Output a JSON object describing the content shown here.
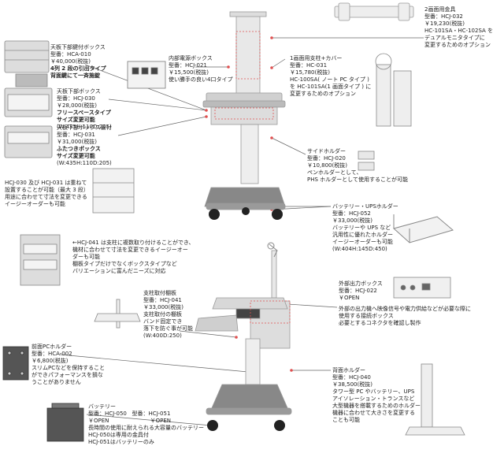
{
  "items": {
    "mount2": {
      "name": "2画面用金具",
      "model": "型番：HCJ-032",
      "price": "￥19,230(税抜)",
      "desc1": "HC-101SA・HC-102SA を",
      "desc2": "デュアルモニタタイプに",
      "desc3": "変更するためのオプション"
    },
    "lockbox": {
      "name": "天板下部鍵付ボックス",
      "model": "型番：HCA-010",
      "price": "￥40,000(税抜)",
      "desc1": "4列 2 段の引出タイプ",
      "desc2": "背面鍵にて一斉施錠"
    },
    "freebox": {
      "name": "天板下部ボックス",
      "model": "型番：HCJ-030",
      "price": "￥28,000(税抜)",
      "desc1": "フリースペースタイプ",
      "desc2": "サイズ変更可能",
      "size": "(W:435H:110D:205)"
    },
    "lidbox": {
      "name": "天板下部ボックス蓋付",
      "model": "型番：HCJ-031",
      "price": "￥31,000(税抜)",
      "desc1": "ふたつきボックス",
      "desc2": "サイズ変更可能",
      "size": "(W:435H:110D:205)"
    },
    "power": {
      "name": "内部電源ボックス",
      "model": "型番：HCJ-021",
      "price": "￥15,500(税抜)",
      "desc1": "使い勝手の良い4口タイプ"
    },
    "pole": {
      "name": "1画面用支柱+カバー",
      "model": "型番：HC-031",
      "price": "￥15,780(税抜)",
      "desc1": "HC-100SA( ノート PC タイプ )",
      "desc2": "を HC-101SA(1 画面タイプ ) に",
      "desc3": "変更するためのオプション"
    },
    "side": {
      "name": "サイドホルダー",
      "model": "型番：HCJ-020",
      "price": "￥10,800(税抜)",
      "desc1": "ペンホルダーとして、",
      "desc2": "PHS ホルダーとして使用することが可能"
    },
    "stack": {
      "desc1": "HCJ-030 及び HCJ-031 は重ねて",
      "desc2": "設置することが可能（最大 3 段）",
      "desc3": "用途に合わせて寸法を変更できる",
      "desc4": "イージーオーダーも可能"
    },
    "battery_holder": {
      "name": "バッテリー・UPSホルダー",
      "model": "型番：HCJ-052",
      "price": "￥33,000(税抜)",
      "desc1": "バッテリーや UPS など",
      "desc2": "汎用性に優れたホルダー",
      "desc3": "イージーオーダーも可能",
      "size": "(W:404H:145D:450)"
    },
    "note041": {
      "desc1": "←HCJ-041 は支柱に複数取り付けることができ、",
      "desc2": "機材に合わせて寸法を変更できるイージーオー",
      "desc3": "ダーも可能",
      "desc4": "棚板タイプだけでなくボックスタイプなど",
      "desc5": "バリエーションに富んだニーズに対応"
    },
    "extbox": {
      "name": "外部出力ボックス",
      "model": "型番：HCJ-022",
      "price": "￥OPEN",
      "desc1": "外部の出力機へ映像信号や電力供給などが必要な際に",
      "desc2": "使用する接続ボックス",
      "desc3": "必要とするコネクタを確認し製作"
    },
    "shelf": {
      "name": "支柱取付棚板",
      "model": "型番：HCJ-041",
      "price": "￥33,000(税抜)",
      "desc1": "支柱取付の棚板",
      "desc2": "バンド固定でき",
      "desc3": "落下を防ぐ事が可能",
      "size": "(W:400D:250)"
    },
    "pcholder": {
      "name": "前面PCホルダー",
      "model": "型番：HCA-002",
      "price": "￥6,800(税抜)",
      "desc1": "スリムPCなどを保持すること",
      "desc2": "ができパフォーマンスを損な",
      "desc3": "うことがありません"
    },
    "rear": {
      "name": "背面ホルダー",
      "model": "型番：HCJ-040",
      "price": "￥38,500(税抜)",
      "desc1": "タワー型 PC やバッテリー、UPS",
      "desc2": "アイソレーション・トランスなど",
      "desc3": "大型機器を搭載するためのホルダー",
      "desc4": "機器に合わせて大きさを変更する",
      "desc5": "ことも可能"
    },
    "battery": {
      "name": "バッテリー",
      "model1": "型番：HCJ-050",
      "model2": "型番：HCJ-051",
      "price1": "￥OPEN",
      "price2": "￥OPEN",
      "desc1": "長時間の使用に耐えられる大容量のバッテリー",
      "desc2": "HCJ-050は専用の金具付",
      "desc3": "HCJ-051はバッテリーのみ"
    }
  },
  "colors": {
    "leader": "#e05050",
    "line": "#555555",
    "body": "#e6e6e6",
    "base": "#8a8a8a"
  }
}
